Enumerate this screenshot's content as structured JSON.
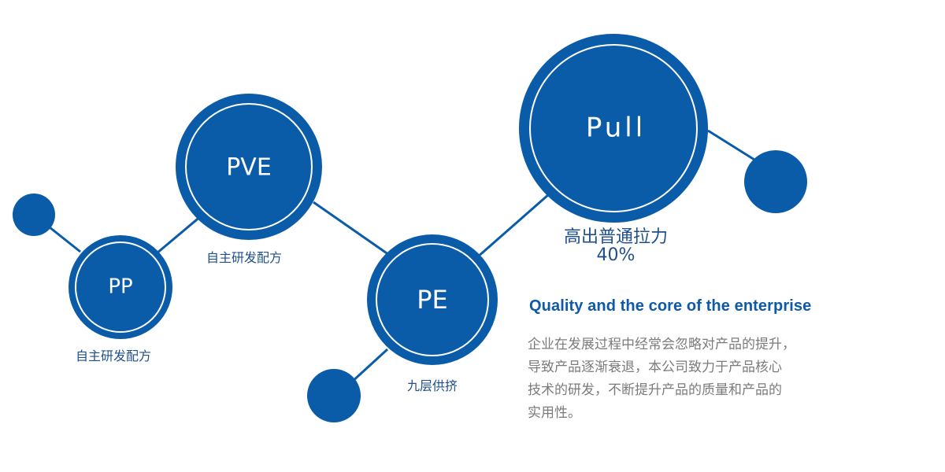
{
  "nodes": {
    "pp": {
      "label": "PP"
    },
    "pve": {
      "label": "PVE"
    },
    "pe": {
      "label": "PE"
    },
    "pull": {
      "label": "Pull"
    }
  },
  "captions": {
    "pp": "自主研发配方",
    "pve": "自主研发配方",
    "pe": "九层供挤",
    "pull_line1": "高出普通拉力",
    "pull_line2": "40%"
  },
  "text": {
    "headline": "Quality and the core of the enterprise",
    "body_lines": [
      "企业在发展过程中经常会忽略对产品的提升，",
      "导致产品逐渐衰退，本公司致力于产品核心",
      "技术的研发，不断提升产品的质量和产品的",
      "实用性。"
    ]
  },
  "colors": {
    "primary": "#0b5ca8",
    "caption": "#1f4f8a",
    "headline": "#0f5aa8",
    "body": "#7b7b7b"
  }
}
